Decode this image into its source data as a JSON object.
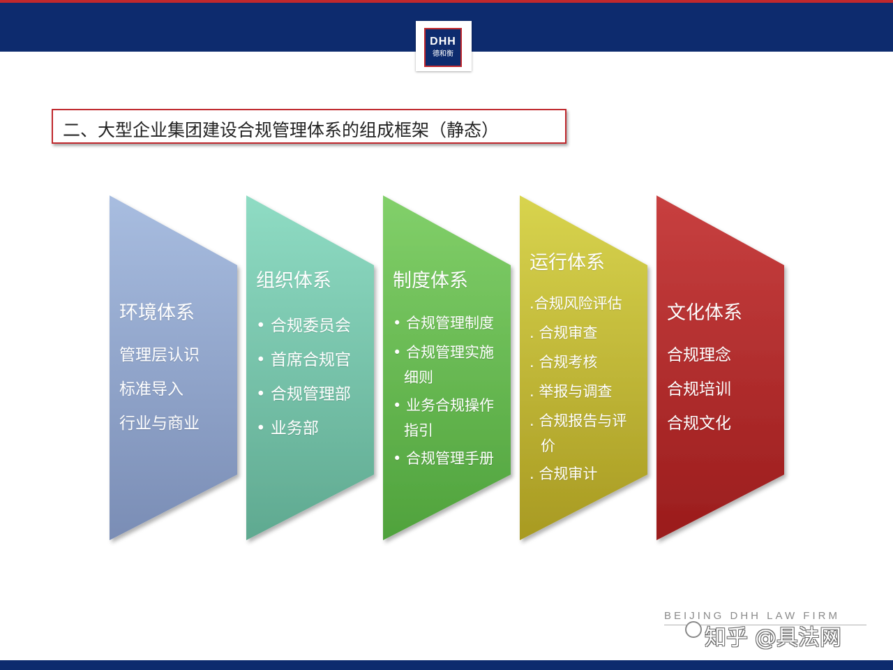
{
  "header": {
    "logo_text": "DHH",
    "logo_sub": "德和衡"
  },
  "title": "二、大型企业集团建设合规管理体系的组成框架（静态）",
  "columns": [
    {
      "heading": "环境体系",
      "items": [
        "管理层认识",
        "标准导入",
        "行业与商业"
      ],
      "color_top": "#a8bde0",
      "color_bottom": "#7a8db5"
    },
    {
      "heading": "组织体系",
      "items": [
        "• 合规委员会",
        "• 首席合规官",
        "• 合规管理部",
        "• 业务部"
      ],
      "color_top": "#8fdcc4",
      "color_bottom": "#5fa990"
    },
    {
      "heading": "制度体系",
      "items": [
        "• 合规管理制度",
        "• 合规管理实施",
        "细则",
        "• 业务合规操作",
        "指引",
        "• 合规管理手册"
      ],
      "color_top": "#82d06a",
      "color_bottom": "#4fa23c"
    },
    {
      "heading": "运行体系",
      "items": [
        ".合规风险评估",
        ". 合规审查",
        ". 合规考核",
        ". 举报与调查",
        ". 合规报告与评",
        "价",
        ". 合规审计"
      ],
      "color_top": "#d8d44e",
      "color_bottom": "#a89a22"
    },
    {
      "heading": "文化体系",
      "items": [
        "合规理念",
        "合规培训",
        "合规文化"
      ],
      "color_top": "#c84040",
      "color_bottom": "#9a1c1c"
    }
  ],
  "footer": {
    "firm": "BEIJING DHH LAW FIRM",
    "watermark": "知乎 @具法网"
  }
}
